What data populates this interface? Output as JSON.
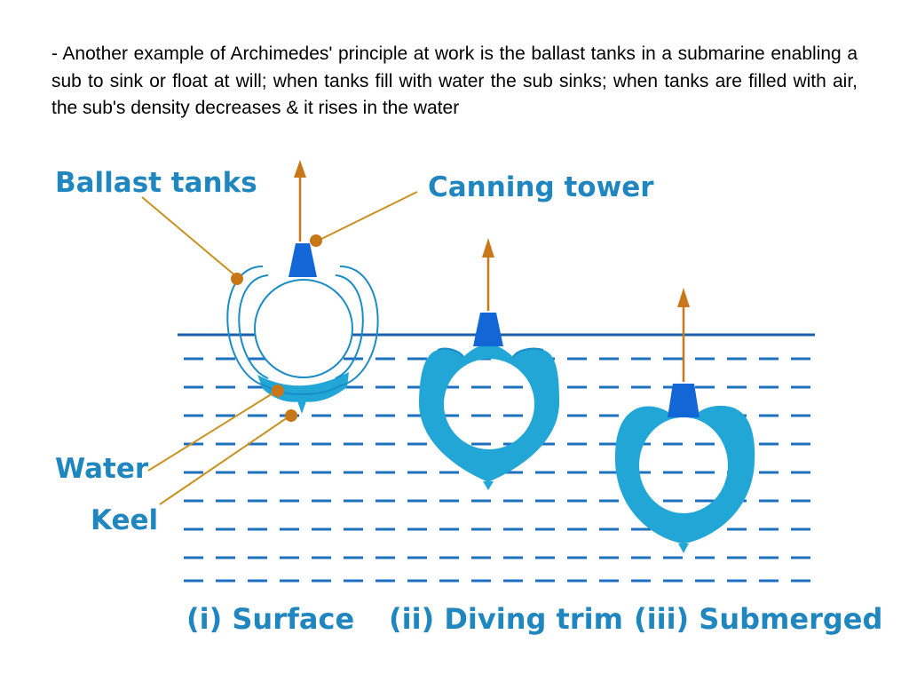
{
  "slide": {
    "text": "- Another example of Archimedes' principle at work is the ballast tanks in a submarine enabling a sub to sink or float at will; when tanks fill with water the sub sinks; when tanks are filled with air, the sub's density decreases & it rises in the water"
  },
  "diagram": {
    "labels": {
      "ballast_tanks": "Ballast tanks",
      "canning_tower": "Canning tower",
      "water": "Water",
      "keel": "Keel"
    },
    "captions": {
      "surface": "(i) Surface",
      "diving_trim": "(ii) Diving trim",
      "submerged": "(iii) Submerged"
    },
    "colors": {
      "label_blue": "#1f86bf",
      "hull_blue": "#1a8cc7",
      "tank_water": "#22a6d6",
      "tower_blue": "#1366d6",
      "water_line": "#1c5fa8",
      "dash_blue": "#1e6fc0",
      "arrow": "#c8781a",
      "leader": "#c9921e",
      "dot": "#c8761a"
    }
  }
}
